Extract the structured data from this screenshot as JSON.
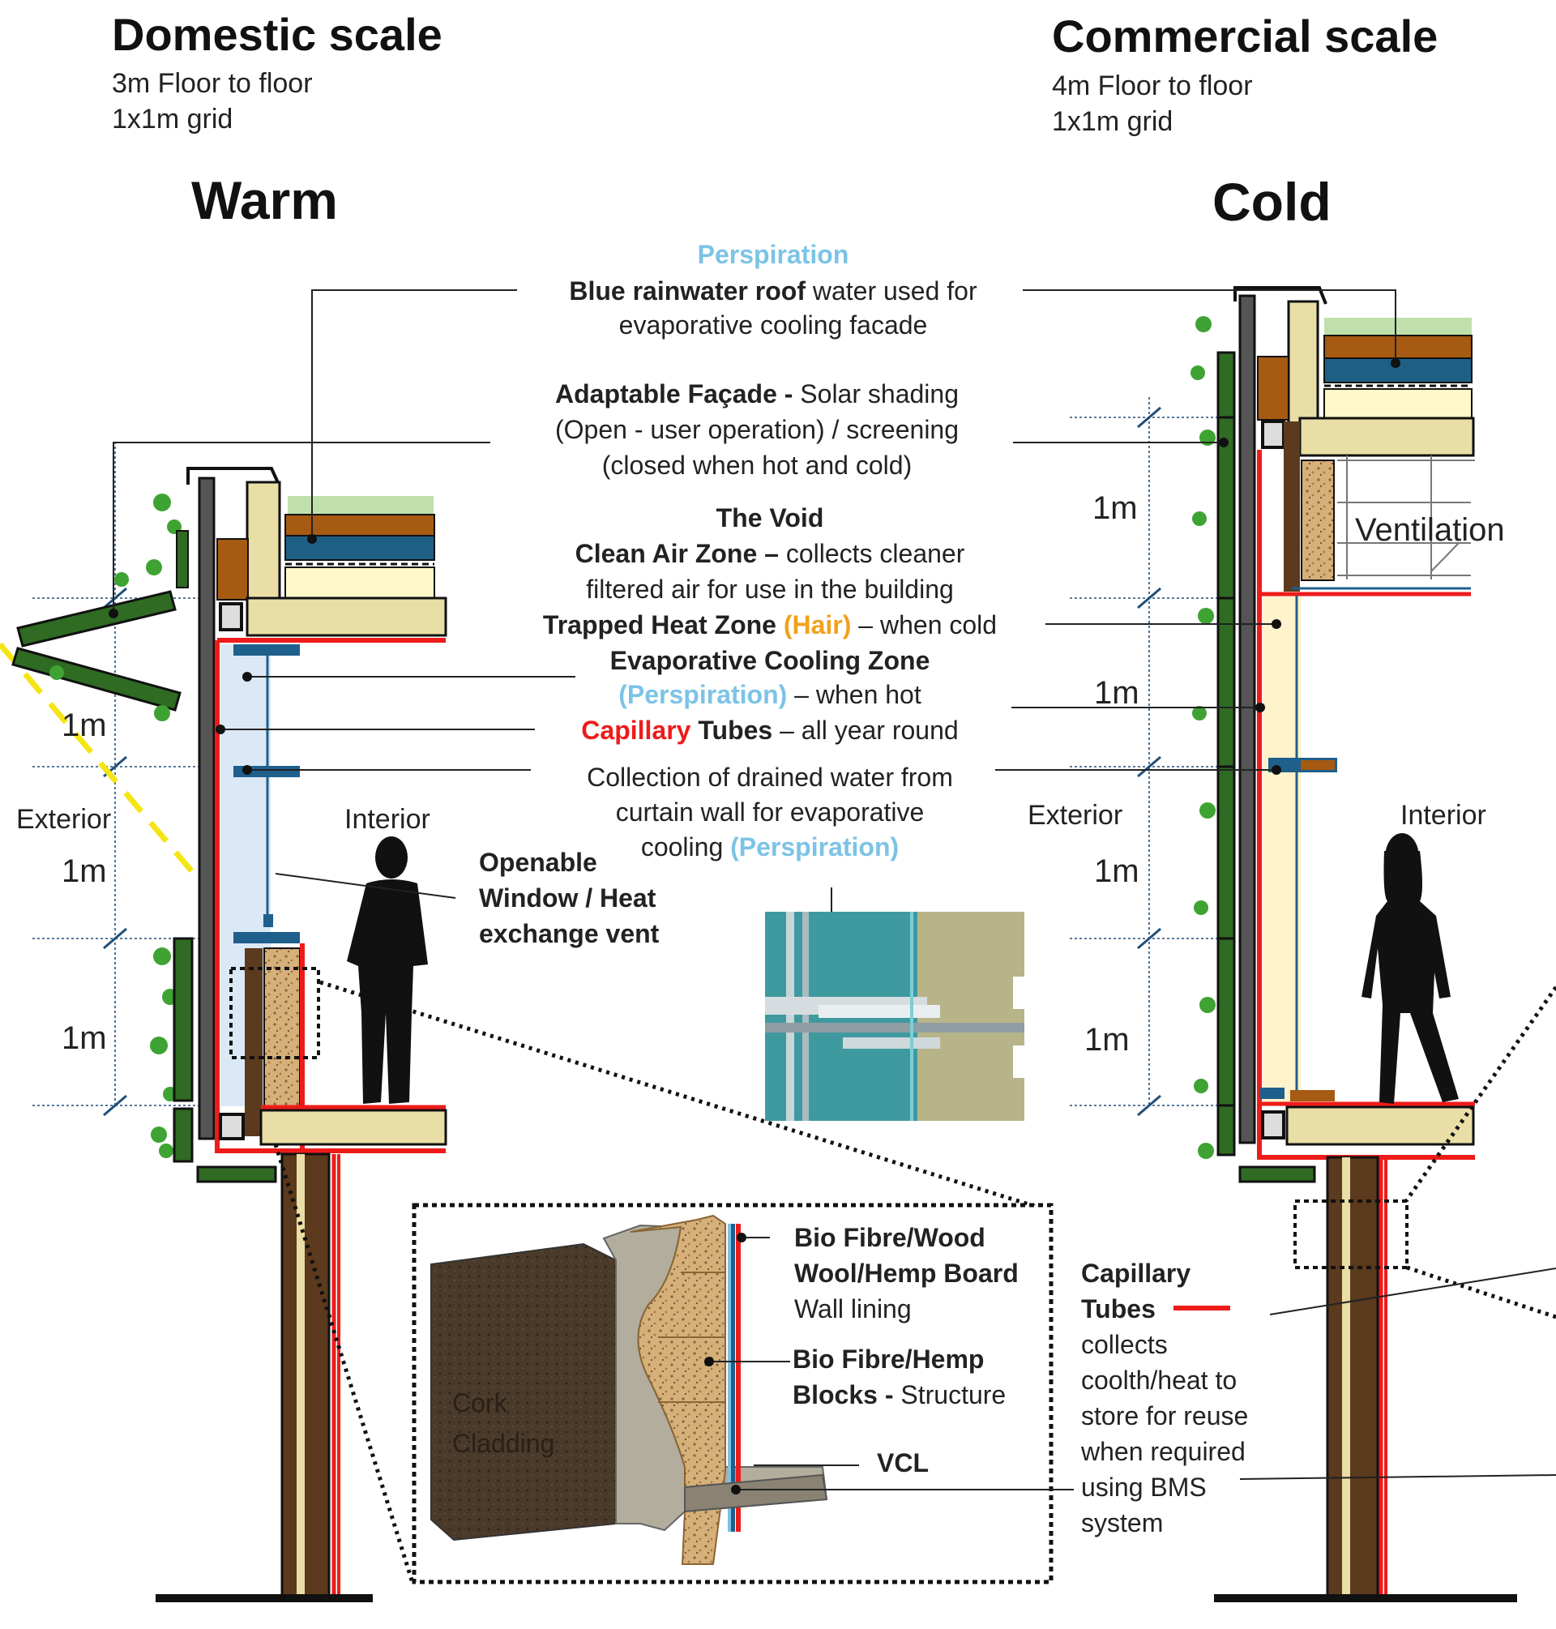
{
  "domestic": {
    "title": "Domestic scale",
    "line1": "3m Floor to floor",
    "line2": "1x1m grid",
    "condition": "Warm",
    "exterior": "Exterior",
    "interior": "Interior",
    "dims": [
      "1m",
      "1m",
      "1m"
    ]
  },
  "commercial": {
    "title": "Commercial scale",
    "line1": "4m Floor to floor",
    "line2": "1x1m grid",
    "condition": "Cold",
    "exterior": "Exterior",
    "interior": "Interior",
    "ventilation": "Ventilation",
    "dims": [
      "1m",
      "1m",
      "1m",
      "1m"
    ]
  },
  "annotations": {
    "perspiration": "Perspiration",
    "blue_roof_bold": "Blue rainwater roof",
    "blue_roof_rest": " water used for",
    "blue_roof_line2": "evaporative cooling facade",
    "facade_bold": "Adaptable Façade -",
    "facade_rest": " Solar shading",
    "facade_line2": "(Open - user operation) / screening",
    "facade_line3": "(closed when hot and cold)",
    "void_title": "The Void",
    "clean_bold": "Clean Air Zone –",
    "clean_rest": " collects cleaner",
    "clean_line2": "filtered air for use in the building",
    "trapped_bold": "Trapped Heat Zone ",
    "trapped_hair": "(Hair)",
    "trapped_rest": " – when cold",
    "evap_bold": "Evaporative Cooling Zone",
    "evap_persp": "(Perspiration)",
    "evap_rest": " – when hot",
    "capillary_red": "Capillary",
    "capillary_bold": " Tubes ",
    "capillary_rest": " – all year round",
    "collection_line1": "Collection of drained water from",
    "collection_line2": "curtain wall for evaporative",
    "collection_line3a": "cooling ",
    "collection_line3b": "(Perspiration)",
    "openable_line1": "Openable",
    "openable_line2": "Window / Heat",
    "openable_line3": "exchange vent"
  },
  "detail": {
    "biofibre_line1": "Bio Fibre/Wood",
    "biofibre_line2": "Wool/Hemp Board",
    "biofibre_line3": "Wall lining",
    "blocks_line1": "Bio Fibre/Hemp",
    "blocks_bold2": "Blocks -",
    "blocks_rest2": " Structure",
    "vcl": "VCL",
    "cork_line1": "Cork",
    "cork_line2": "Cladding"
  },
  "capillary_note": {
    "title1": "Capillary",
    "title2": "Tubes",
    "lines": [
      "collects",
      "coolth/heat to",
      "store for reuse",
      "when required",
      "using BMS",
      "system"
    ]
  },
  "colors": {
    "insulation": "#fff8c8",
    "slab": "#e9dea6",
    "timber": "#a65a12",
    "water": "#1e5f85",
    "capillary": "#ee1b1b",
    "sunline": "#f5e514",
    "cladding": "#2f6b22"
  }
}
